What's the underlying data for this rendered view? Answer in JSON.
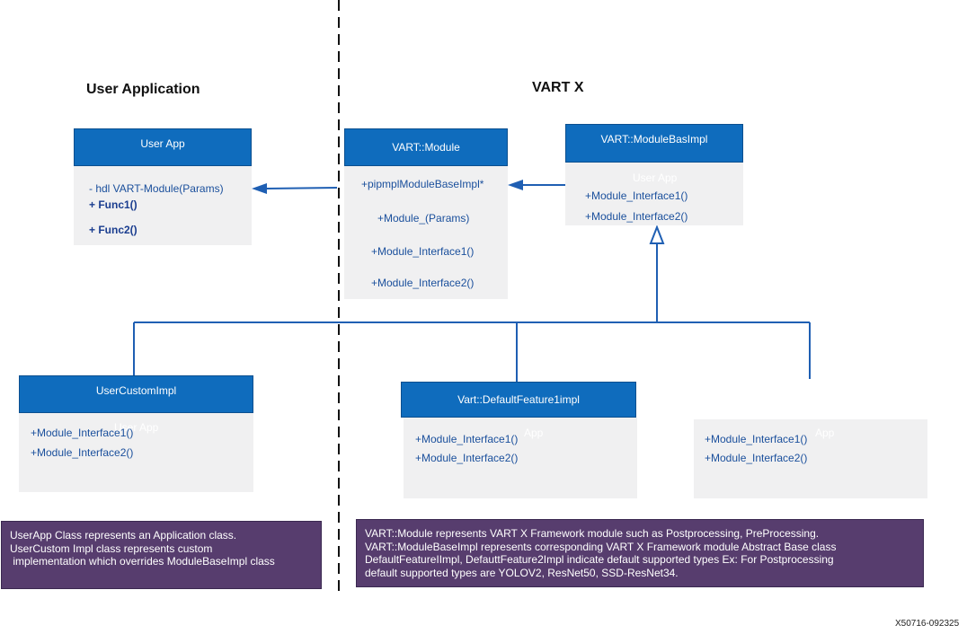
{
  "sections": {
    "left_title": "User Application",
    "right_title": "VART X"
  },
  "classes": {
    "user_app": {
      "name": "User App",
      "members": [
        "- hdl VART-Module(Params)",
        "+ Func1()",
        "+ Func2()"
      ]
    },
    "vart_module": {
      "name": "VART::Module",
      "members": [
        "+pipmplModuleBaseImpl*",
        "+Module_(Params)",
        "+Module_Interface1()",
        "+Module_Interface2()"
      ]
    },
    "module_base_impl": {
      "name": "VART::ModuleBasImpl",
      "ghost": "User App",
      "members": [
        "+Module_Interface1()",
        "+Module_Interface2()"
      ]
    },
    "user_custom_impl": {
      "name": "UserCustomImpl",
      "ghost": "User App",
      "members": [
        "+Module_Interface1()",
        "+Module_Interface2()"
      ]
    },
    "default_feature1": {
      "name": "Vart::DefaultFeature1impl",
      "ghost": "App",
      "members": [
        "+Module_Interface1()",
        "+Module_Interface2()"
      ]
    },
    "unnamed_impl": {
      "ghost": "App",
      "members": [
        "+Module_Interface1()",
        "+Module_Interface2()"
      ]
    }
  },
  "notes": {
    "left": [
      "UserApp Class represents an Application class.",
      "UserCustom Impl class represents custom",
      " implementation which overrides ModuleBaseImpl class"
    ],
    "right": [
      "VART::Module represents VART X Framework module such as Postprocessing, PreProcessing.",
      "VART::ModuleBaseImpl represents corresponding VART X Framework module Abstract Base class",
      "DefaultFeatureIImpl, DefauttFeature2Impl indicate default supported types Ex: For Postprocessing",
      "default supported types are YOLOV2, ResNet50, SSD-ResNet34."
    ]
  },
  "figure_id": "X50716-092325",
  "colors": {
    "header": "#0f6cbd",
    "body": "#f0f0f1",
    "connector": "#1f5fb3",
    "note": "#573d6e"
  }
}
